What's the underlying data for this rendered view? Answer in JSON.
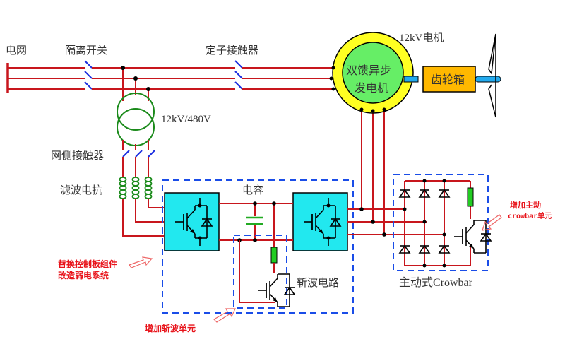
{
  "colors": {
    "wire": "#c8161d",
    "switch": "#1a2de0",
    "transformer": "#1a8a1a",
    "dashed_box": "#1a4de8",
    "converter_fill": "#22e8ef",
    "generator_outer": "#ffff22",
    "generator_inner": "#66ee66",
    "gearbox": "#ffb800",
    "shaft": "#22aaee",
    "resistor": "#22cc22",
    "capacitor": "#22aa22",
    "annotation": "#e8141b"
  },
  "labels": {
    "grid": "电网",
    "isolating_switch": "隔离开关",
    "stator_contactor": "定子接触器",
    "motor_rating": "12kV电机",
    "generator_line1": "双馈异步",
    "generator_line2": "发电机",
    "gearbox": "齿轮箱",
    "transformer_rating": "12kV/480V",
    "grid_side_contactor": "网侧接触器",
    "filter_reactor": "滤波电抗",
    "capacitor": "电容",
    "chopper_circuit": "斩波电路",
    "active_crowbar": "主动式Crowbar"
  },
  "annotations": {
    "replace_control_line1": "替换控制板组件",
    "replace_control_line2": "改造弱电系统",
    "add_chopper": "增加斩波单元",
    "add_crowbar_line1": "增加主动",
    "add_crowbar_line2": "crowbar单元"
  }
}
